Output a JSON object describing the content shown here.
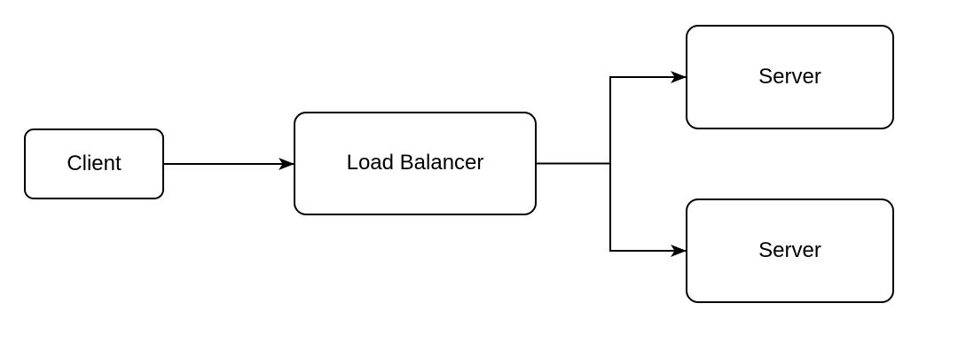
{
  "diagram": {
    "background_color": "#ffffff",
    "node_fill_color": "#ffffff",
    "stroke_color": "#000000",
    "text_color": "#000000",
    "nodes": [
      {
        "id": "client",
        "label": "Client"
      },
      {
        "id": "load-balancer",
        "label": "Load Balancer"
      },
      {
        "id": "server-top",
        "label": "Server"
      },
      {
        "id": "server-bottom",
        "label": "Server"
      }
    ],
    "connections": [
      {
        "from": "Client",
        "to": "Load Balancer",
        "arrow": true
      },
      {
        "from": "Load Balancer",
        "to": "Server (top)",
        "arrow": true
      },
      {
        "from": "Load Balancer",
        "to": "Server (bottom)",
        "arrow": true
      }
    ]
  }
}
